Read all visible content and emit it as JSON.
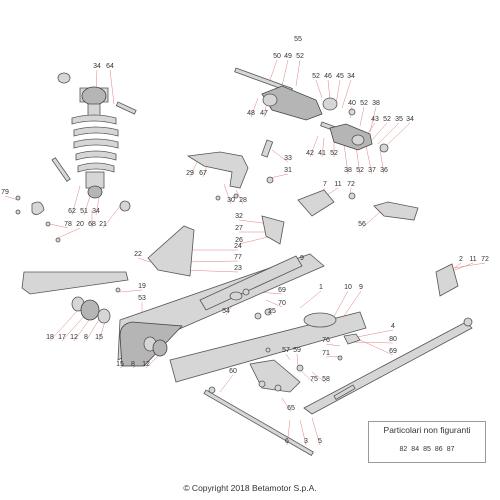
{
  "legend": {
    "title": "Particolari non figuranti",
    "parts": [
      "82",
      "84",
      "85",
      "86",
      "87"
    ]
  },
  "copyright": "© Copyright 2018 Betamotor S.p.A.",
  "callouts": [
    "55",
    "50",
    "49",
    "52",
    "34",
    "64",
    "52",
    "46",
    "45",
    "34",
    "40",
    "52",
    "38",
    "43",
    "52",
    "35",
    "34",
    "42",
    "41",
    "52",
    "38",
    "52",
    "37",
    "36",
    "48",
    "47",
    "33",
    "31",
    "29",
    "67",
    "30",
    "28",
    "7",
    "11",
    "72",
    "79",
    "62",
    "51",
    "34",
    "78",
    "20",
    "68",
    "21",
    "32",
    "27",
    "26",
    "56",
    "22",
    "24",
    "77",
    "23",
    "9",
    "2",
    "11",
    "72",
    "19",
    "53",
    "54",
    "69",
    "70",
    "25",
    "1",
    "10",
    "9",
    "18",
    "17",
    "12",
    "8",
    "15",
    "4",
    "76",
    "80",
    "69",
    "71",
    "57",
    "59",
    "15",
    "8",
    "12",
    "60",
    "75",
    "58",
    "65",
    "6",
    "3",
    "5"
  ]
}
